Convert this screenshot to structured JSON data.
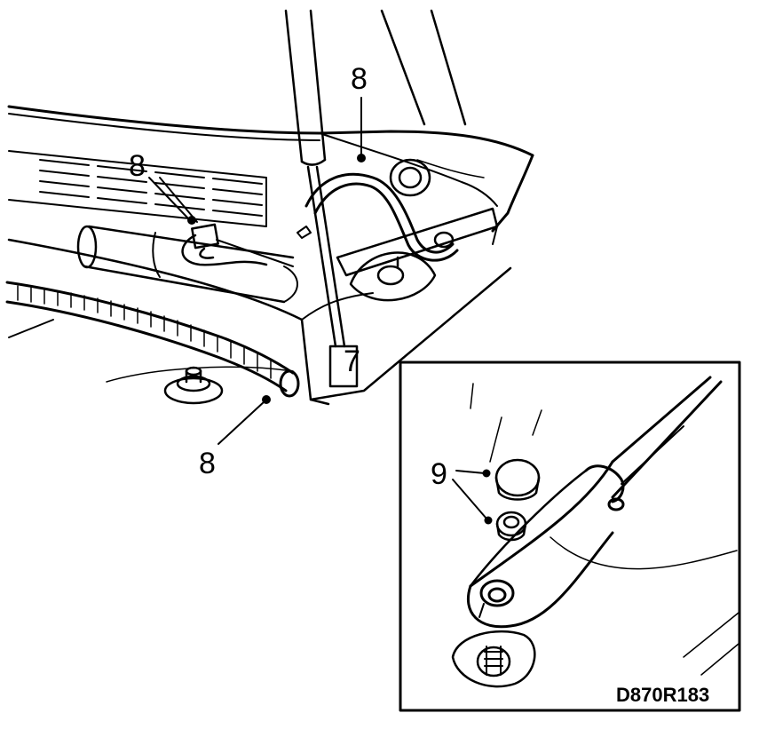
{
  "diagram": {
    "callouts": {
      "hood_hose_top": "8",
      "washer_hose_left": "8",
      "seal_strip": "8",
      "hood_stay": "7",
      "nut_and_cap": "9"
    },
    "figure_code": "D870R183"
  },
  "colors": {
    "ink": "#000000",
    "paper": "#ffffff"
  }
}
